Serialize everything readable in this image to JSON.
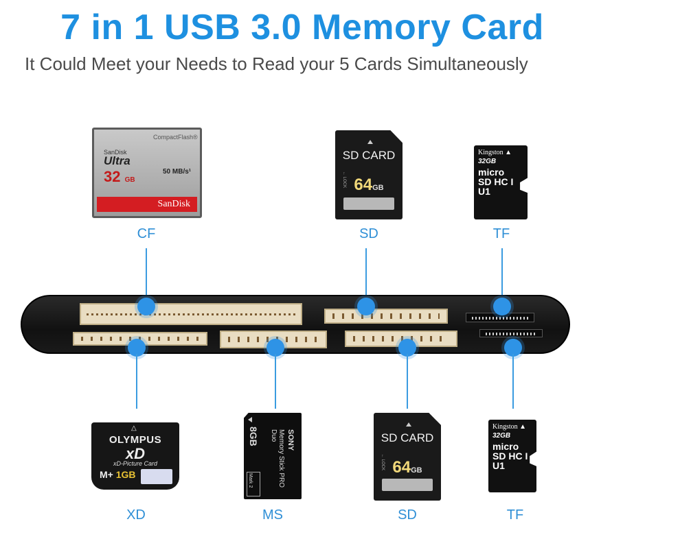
{
  "header": {
    "title": "7 in 1 USB 3.0 Memory Card",
    "subtitle": "It Could Meet your Needs to Read your 5 Cards Simultaneously"
  },
  "colors": {
    "accent": "#1e90e0",
    "connector": "#2e93e6",
    "reader_body": "#1a1a1a"
  },
  "labels": {
    "cf": "CF",
    "sd_top": "SD",
    "tf_top": "TF",
    "xd": "XD",
    "ms": "MS",
    "sd_bottom": "SD",
    "tf_bottom": "TF"
  },
  "cards": {
    "cf": {
      "type_mark": "CompactFlash®",
      "brand": "SanDisk",
      "line": "Ultra",
      "capacity": "32",
      "unit": "GB",
      "speed": "50 MB/s¹",
      "footer": "SanDisk"
    },
    "sd_top": {
      "label": "SD CARD",
      "capacity": "64",
      "unit": "GB",
      "lock": "← LOCK"
    },
    "sd_bottom": {
      "label": "SD CARD",
      "capacity": "64",
      "unit": "GB",
      "lock": "← LOCK"
    },
    "tf_top": {
      "brand": "Kingston ▲",
      "capacity": "32GB",
      "mark1": "micro",
      "mark2": "SD HC I U1"
    },
    "tf_bottom": {
      "brand": "Kingston ▲",
      "capacity": "32GB",
      "mark1": "micro",
      "mark2": "SD HC I U1"
    },
    "xd": {
      "triangle": "△",
      "brand": "OLYMPUS",
      "logo": "xD",
      "sub": "xD-Picture Card",
      "mplus": "M+",
      "capacity": "1GB"
    },
    "ms": {
      "capacity": "8GB",
      "name": "Memory Stick PRO Duo",
      "brand": "SONY",
      "mark": "Mark 2"
    }
  }
}
